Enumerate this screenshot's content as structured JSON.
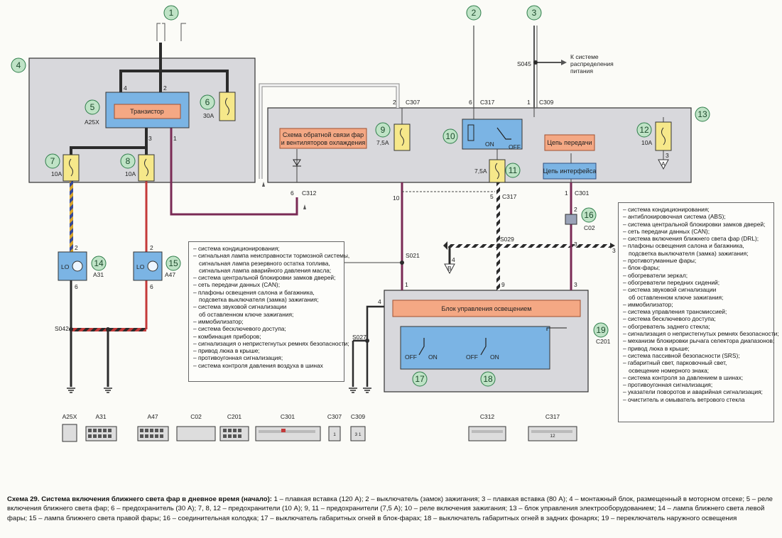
{
  "markers": {
    "m1": "1",
    "m2": "2",
    "m3": "3",
    "m4": "4",
    "m5": "5",
    "m6": "6",
    "m7": "7",
    "m8": "8",
    "m9": "9",
    "m10": "10",
    "m11": "11",
    "m12": "12",
    "m13": "13",
    "m14": "14",
    "m15": "15",
    "m16": "16",
    "m17": "17",
    "m18": "18",
    "m19": "19"
  },
  "blocks": {
    "transistor": "Транзистор",
    "feedback_line1": "Схема обратной связи фар",
    "feedback_line2": "и вентиляторов охлаждения",
    "transmit": "Цепь передачи",
    "interface": "Цепь интерфейса",
    "light_control": "Блок управления освещением"
  },
  "labels": {
    "a25x": "A25X",
    "a31": "A31",
    "a47": "A47",
    "c201": "C201",
    "c02": "C02",
    "c301": "C301",
    "c307": "C307",
    "c309": "C309",
    "c312": "C312",
    "c317": "C317",
    "s021": "S021",
    "s027": "S027",
    "s029": "S029",
    "s042": "S042",
    "s045": "S045",
    "to_system_1": "К системе",
    "to_system_2": "распределения",
    "to_system_3": "питания",
    "f30a": "30A",
    "f10a_7": "10A",
    "f10a_8": "10A",
    "f10a_12": "10A",
    "f75a_9": "7,5A",
    "f75a_11": "7,5A",
    "on": "ON",
    "off": "OFF",
    "on17": "ON",
    "off17": "OFF",
    "on18": "ON",
    "off18": "OFF",
    "lo14": "LO",
    "lo15": "LO",
    "pin_a": "A",
    "pin_b": "B",
    "p4": "4",
    "p2": "2",
    "p3": "3",
    "p1": "1",
    "p2b": "2",
    "p6": "6",
    "p2c": "2",
    "p6c": "6",
    "p1c": "1",
    "p3c": "3",
    "p6_312": "6",
    "p10": "10",
    "p5": "5",
    "p3_16": "3",
    "p1_301": "1",
    "p2_16": "2",
    "p1_309": "1",
    "p2_307": "2",
    "p6_317": "6",
    "p1_lc": "1",
    "p9_lc": "9",
    "p3_lc": "3",
    "p4_lc": "4",
    "p2_14": "2",
    "p6_14": "6",
    "p2_15": "2",
    "p6_15": "6",
    "p3_12": "3",
    "p4_b": "4",
    "p3_s029": "3"
  },
  "connectors": [
    "A25X",
    "A31",
    "A47",
    "C02",
    "C201",
    "C301",
    "C307",
    "C309",
    "C312",
    "C317"
  ],
  "connector_pins": {
    "c307": "1",
    "c309": "3 1",
    "c317": "12"
  },
  "list_middle": [
    "– система кондиционирования;",
    "– сигнальная лампа неисправности тормозной системы,",
    "сигнальная лампа резервного остатка топлива,",
    "сигнальная лампа аварийного давления масла;",
    "– система центральной блокировки замков дверей;",
    "– сеть передачи данных (CAN);",
    "– плафоны освещения салона и багажника,",
    "подсветка выключателя (замка) зажигания;",
    "– система звуковой сигнализации",
    "об оставленном ключе зажигания;",
    "– иммобилизатор;",
    "– система бесключевого доступа;",
    "– комбинация приборов;",
    "– сигнализация о непристегнутых ремнях безопасности;",
    "– привод люка в крыше;",
    "– противоугонная сигнализация;",
    "– система контроля давления воздуха в шинах"
  ],
  "list_right": [
    "– система кондиционирования;",
    "– антиблокировочная система (ABS);",
    "– система центральной блокировки замков дверей;",
    "– сеть передачи данных (CAN);",
    "– система включения ближнего света фар (DRL);",
    "– плафоны освещения салона и багажника,",
    "подсветка выключателя (замка) зажигания;",
    "– противотуманные фары;",
    "– блок-фары;",
    "– обогреватели зеркал;",
    "– обогреватели передних сидений;",
    "– система звуковой сигнализации",
    "об оставленном ключе зажигания;",
    "– иммобилизатор;",
    "– система управления трансмиссией;",
    "– система бесключевого доступа;",
    "– обогреватель заднего стекла;",
    "– сигнализация о непристегнутых ремнях безопасности;",
    "– механизм блокировки рычага селектора диапазонов;",
    "– привод люка в крыше;",
    "– система пассивной безопасности (SRS);",
    "– габаритный свет, парковочный свет,",
    "освещение номерного знака;",
    "– система контроля за давлением в шинах;",
    "– противоугонная сигнализация;",
    "– указатели поворотов и аварийная сигнализация;",
    "– очиститель и омыватель ветрового стекла"
  ],
  "caption": {
    "title": "Схема 29. Система включения ближнего света фар в дневное время (начало):",
    "text": "1 – плавкая вставка (120 А); 2 – выключатель (замок) зажигания; 3 – плавкая вставка (80 А); 4 – монтажный блок, размещенный в моторном отсеке; 5 – реле включения ближнего света фар; 6 – предохранитель (30 А); 7, 8, 12 – предохранители (10 А); 9, 11 – предохранители (7,5 А); 10 – реле включения зажигания; 13 – блок управления электрооборудованием; 14 – лампа ближнего света левой фары; 15 – лампа ближнего света правой фары; 16 – соединительная колодка; 17 – выключатель габаритных огней в блок-фарах; 18 – выключатель габаритных огней в задних фонарях; 19 – переключатель наружного освещения"
  },
  "colors": {
    "block_fill": "#d8d8dc",
    "red_box": "#f4a884",
    "blue_box": "#7bb4e4",
    "marker_fill": "#bfe3c6",
    "marker_stroke": "#2e7d4a",
    "wire_black": "#2b2b2b",
    "wire_purple": "#7a2a55",
    "wire_red": "#c43a3a",
    "wire_blue": "#34489a",
    "wire_yellow": "#d8a528"
  }
}
